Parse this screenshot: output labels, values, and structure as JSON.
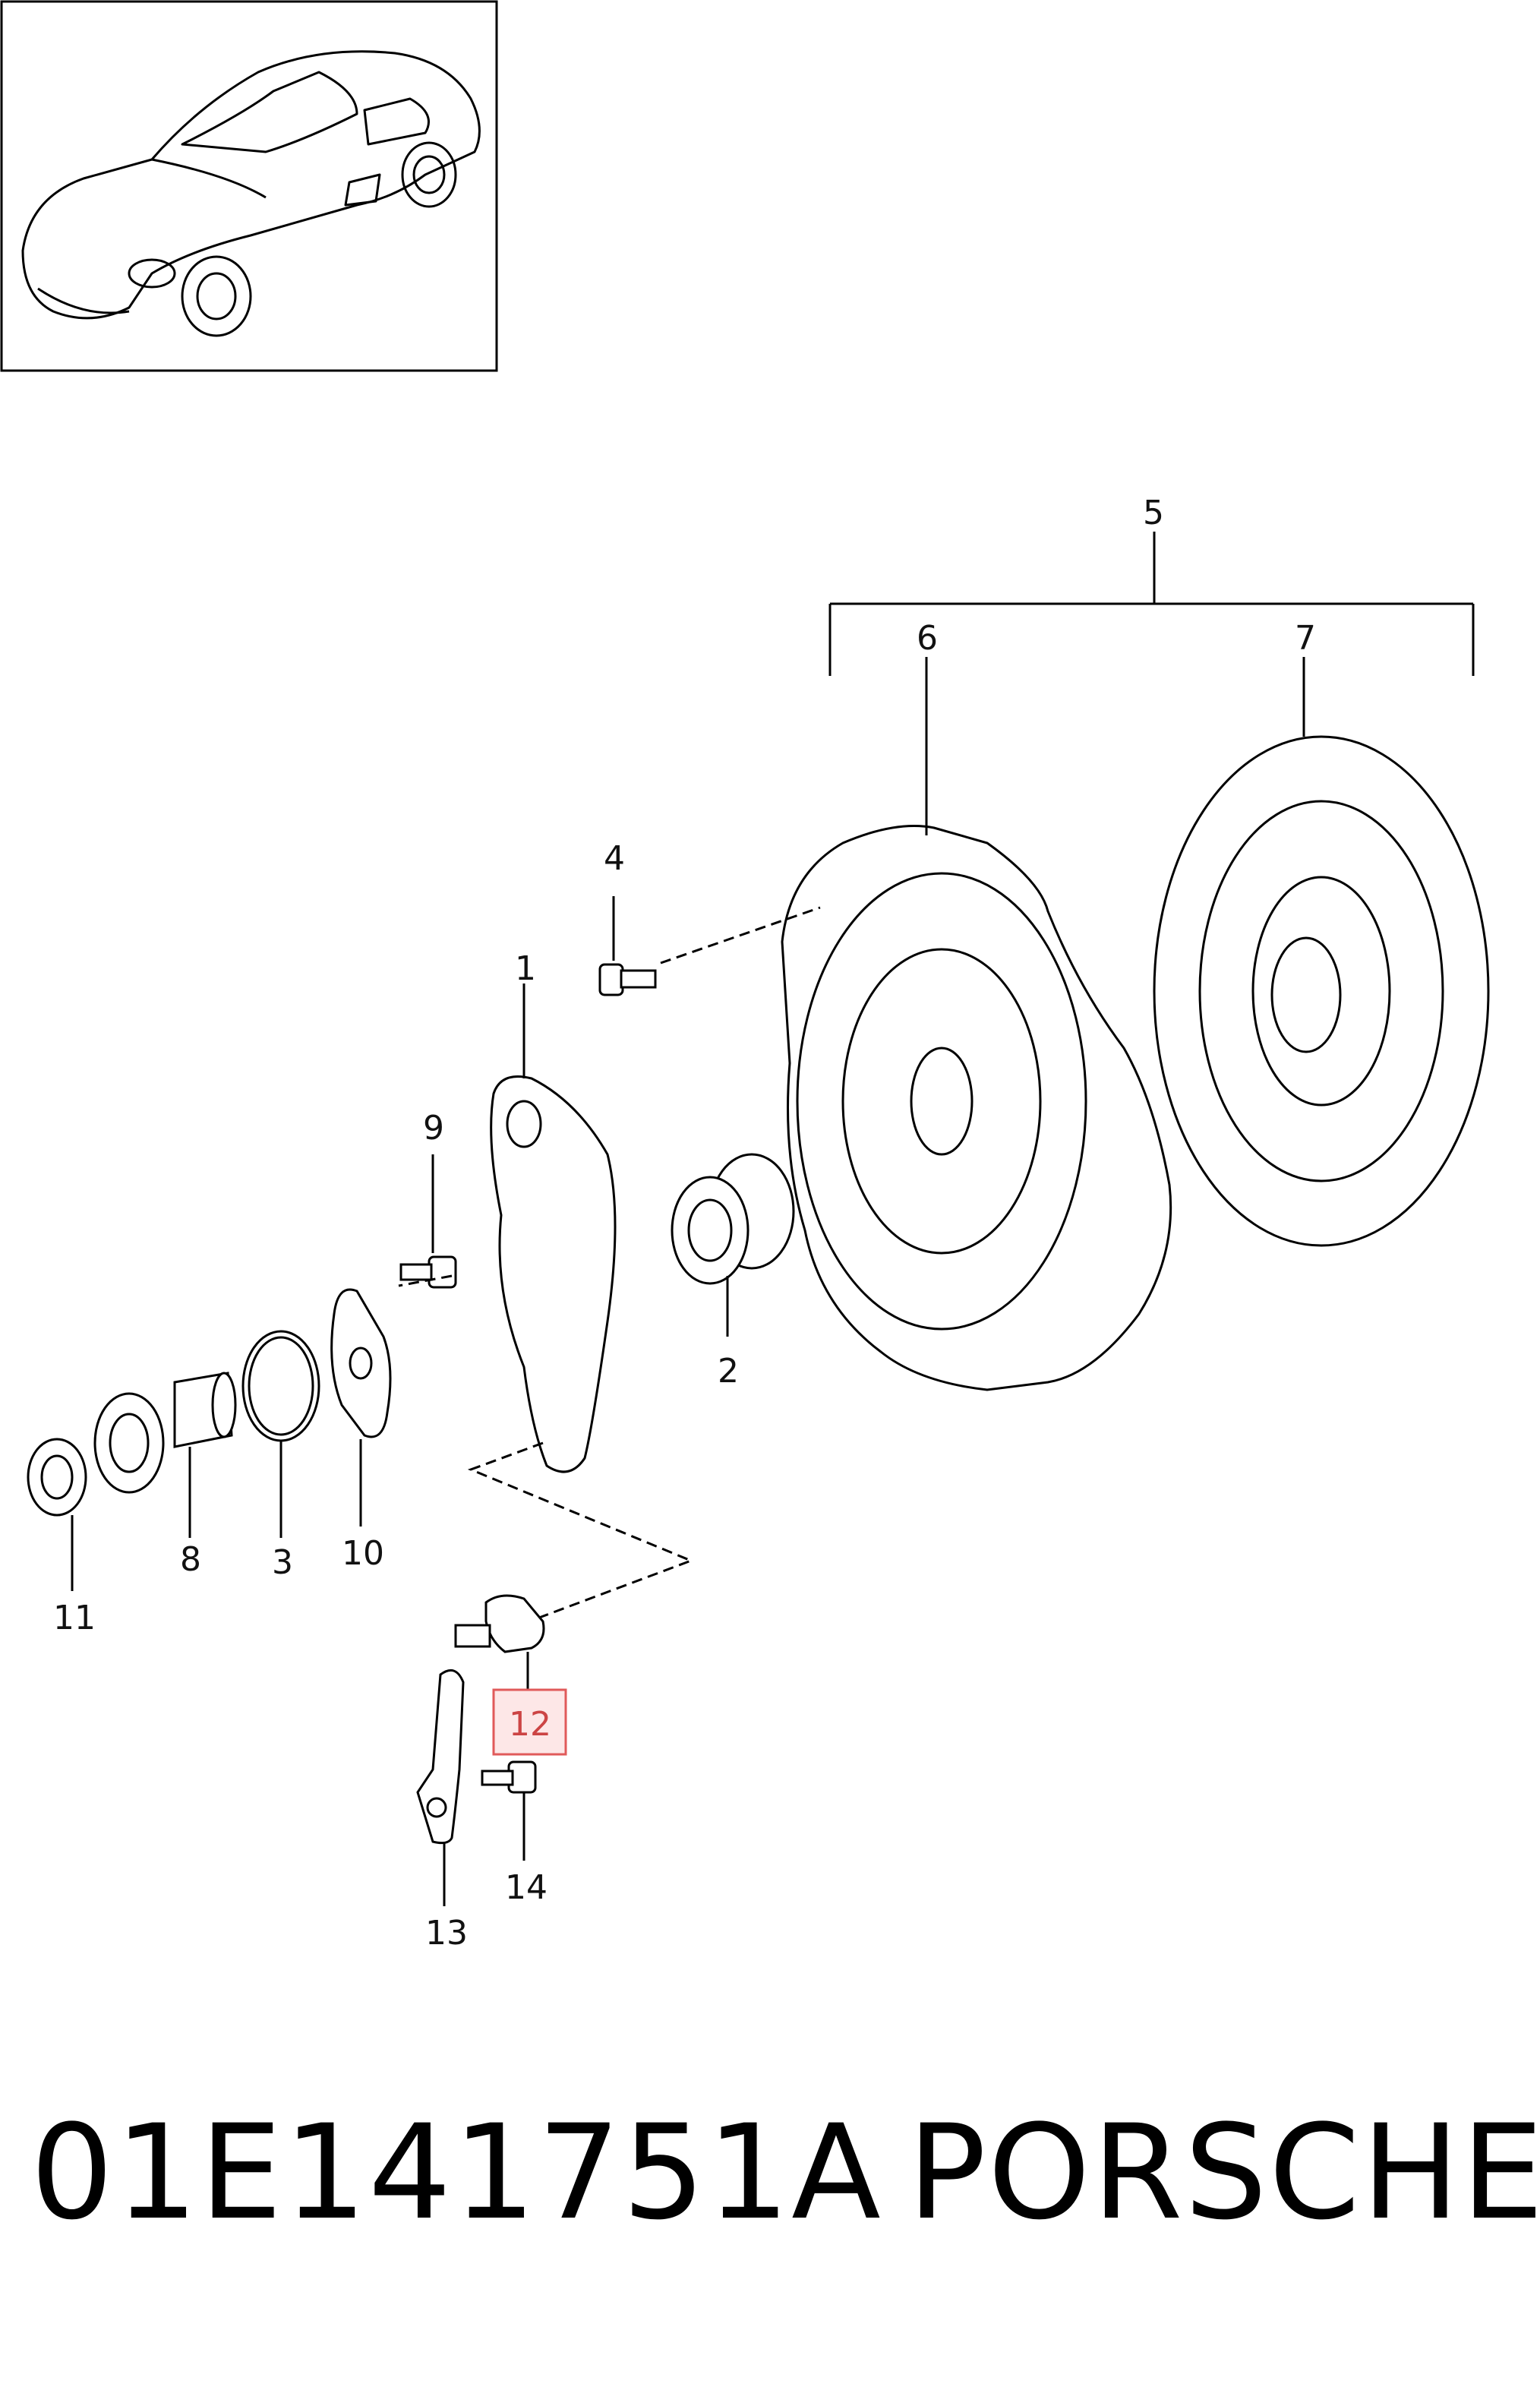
{
  "callouts": {
    "c1": "1",
    "c2": "2",
    "c3": "3",
    "c4": "4",
    "c5": "5",
    "c6": "6",
    "c7": "7",
    "c8": "8",
    "c9": "9",
    "c10": "10",
    "c11": "11",
    "c12": "12",
    "c13": "13",
    "c14": "14"
  },
  "highlighted_callout": "12",
  "highlight_color": "#e05a5a",
  "part_number": "01E141751A",
  "brand": "PORSCHE"
}
